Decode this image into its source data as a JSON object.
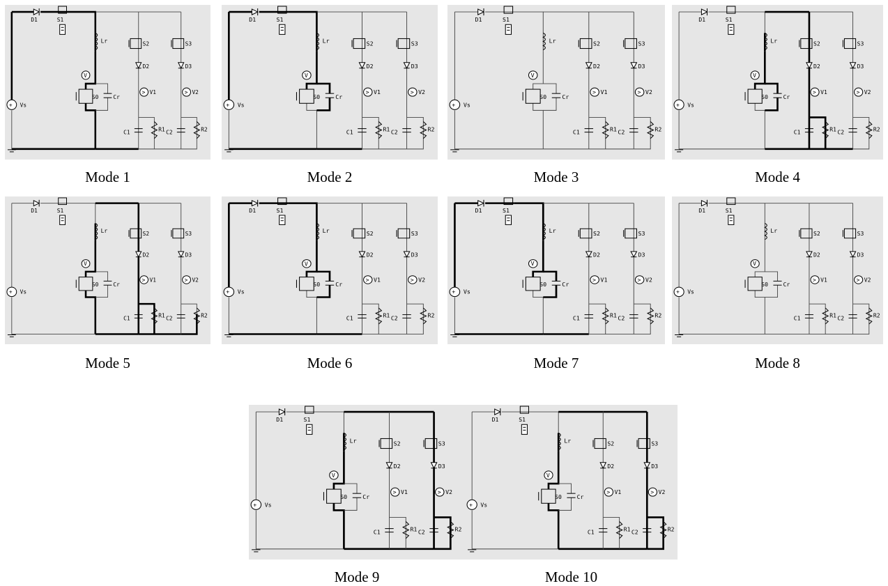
{
  "component_labels": {
    "d1": "D1",
    "s1": "S1",
    "vs": "Vs",
    "lr": "Lr",
    "s2": "S2",
    "s3": "S3",
    "d2": "D2",
    "d3": "D3",
    "s0": "S0",
    "cr": "Cr",
    "v1": "V1",
    "v2": "V2",
    "c1": "C1",
    "c2": "C2",
    "r1": "R1",
    "r2": "R2",
    "voltmeter": "V"
  },
  "colors": {
    "panel_background": "#e6e6e6",
    "wire": "#444444",
    "active_path": "#000000"
  },
  "modes": [
    {
      "caption": "Mode 1",
      "active": [
        "vs-left",
        "top-left",
        "d1s1",
        "s1-lr",
        "lr",
        "lr-s0",
        "s0-down",
        "bottom-left",
        "bottom-mid"
      ]
    },
    {
      "caption": "Mode 2",
      "active": [
        "vs-left",
        "top-left",
        "d1s1",
        "s1-lr",
        "lr",
        "lr-s0",
        "s0-cr",
        "cr-down",
        "bottom-left",
        "bottom-mid"
      ]
    },
    {
      "caption": "Mode 3",
      "active": []
    },
    {
      "caption": "Mode 4",
      "active": [
        "top-mid1",
        "lr",
        "lr-s0",
        "s0-cr",
        "cr-down",
        "s2-leg",
        "c1-leg",
        "bottom-mid",
        "bottom-r1"
      ]
    },
    {
      "caption": "Mode 5",
      "active": [
        "top-mid1",
        "lr",
        "lr-s0",
        "s0-down",
        "s2-leg",
        "c1-leg",
        "bottom-mid",
        "bottom-r1",
        "bottom-r2"
      ]
    },
    {
      "caption": "Mode 6",
      "active": [
        "vs-left",
        "top-left",
        "d1s1",
        "s1-lr",
        "lr",
        "lr-s0",
        "s0-cr",
        "cr-down",
        "bottom-left",
        "bottom-mid"
      ]
    },
    {
      "caption": "Mode 7",
      "active": [
        "vs-left",
        "top-left",
        "d1s1",
        "s1-lr",
        "lr",
        "lr-s0",
        "s0-cr",
        "cr-down",
        "bottom-left",
        "bottom-mid"
      ]
    },
    {
      "caption": "Mode 8",
      "active": []
    },
    {
      "caption": "Mode 9",
      "active": [
        "top-mid1",
        "top-mid2",
        "lr",
        "lr-s0",
        "s0-down",
        "s3-leg",
        "c2-leg",
        "bottom-mid",
        "bottom-r1",
        "bottom-r2"
      ]
    },
    {
      "caption": "Mode 10",
      "active": [
        "top-mid1",
        "top-mid2",
        "lr",
        "lr-s0",
        "s0-down",
        "s3-leg",
        "c2-leg",
        "bottom-mid",
        "bottom-r1",
        "bottom-r2"
      ]
    }
  ]
}
